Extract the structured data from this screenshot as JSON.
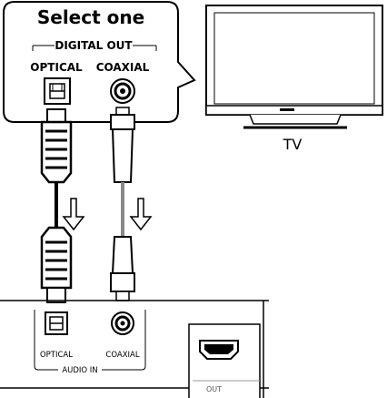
{
  "callout": {
    "title": "Select one",
    "group_label": "DIGITAL OUT",
    "optical_label": "OPTICAL",
    "coaxial_label": "COAXIAL"
  },
  "tv": {
    "label": "TV"
  },
  "receiver": {
    "optical_label": "OPTICAL",
    "coaxial_label": "COAXIAL",
    "audio_in_label": "AUDIO IN",
    "hdmi_out_label": "OUT"
  },
  "icons": {
    "optical_port": "optical-port-icon",
    "coaxial_port": "coaxial-port-icon",
    "hdmi_port": "hdmi-port-icon",
    "arrow": "down-arrow-icon",
    "tv": "tv-icon"
  }
}
